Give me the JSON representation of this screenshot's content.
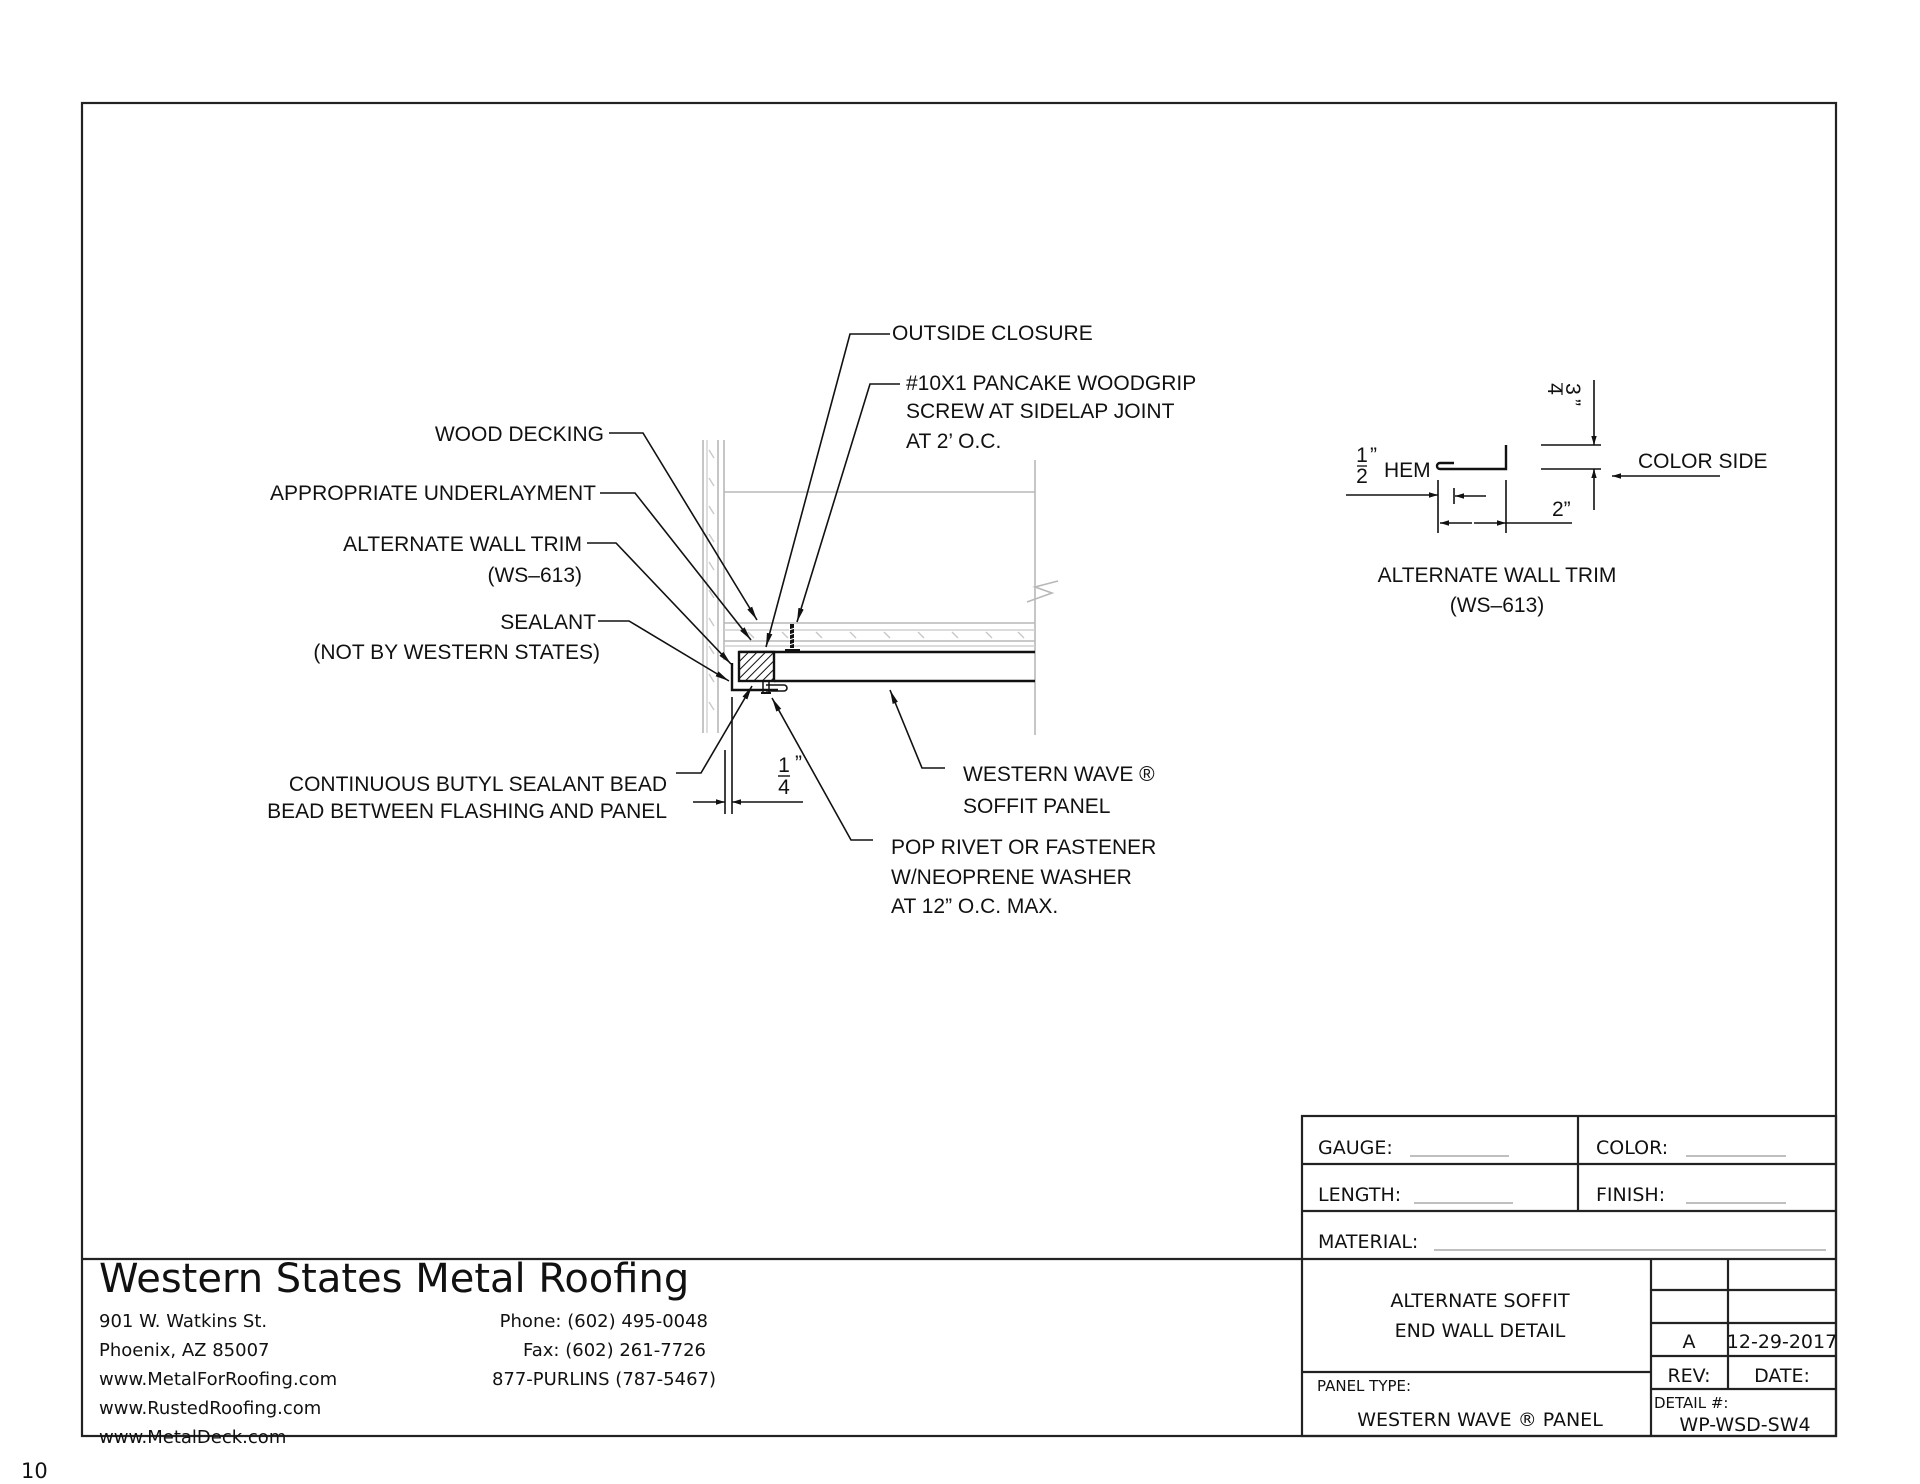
{
  "page_number": "10",
  "detail_main": {
    "labels": {
      "outside_closure": "OUTSIDE CLOSURE",
      "screw": [
        "#10X1 PANCAKE WOODGRIP",
        "SCREW AT SIDELAP JOINT",
        "AT 2’ O.C."
      ],
      "wood_decking": "WOOD DECKING",
      "underlayment": "APPROPRIATE UNDERLAYMENT",
      "wall_trim": [
        "ALTERNATE WALL TRIM",
        "(WS–613)"
      ],
      "sealant": [
        "SEALANT",
        "(NOT BY WESTERN STATES)"
      ],
      "butyl": [
        "CONTINUOUS BUTYL SEALANT BEAD",
        "BEAD BETWEEN FLASHING AND PANEL"
      ],
      "soffit_panel": [
        "WESTERN WAVE ®",
        "SOFFIT PANEL"
      ],
      "pop_rivet": [
        "POP RIVET OR FASTENER",
        "W/NEOPRENE WASHER",
        "AT 12” O.C. MAX."
      ]
    },
    "dimension": {
      "numerator": "1",
      "denominator": "4",
      "unit": "”"
    }
  },
  "detail_trim": {
    "title": [
      "ALTERNATE WALL TRIM",
      "(WS–613)"
    ],
    "hem": {
      "numerator": "1",
      "denominator": "2",
      "unit": "”",
      "label": "HEM"
    },
    "color_side": "COLOR SIDE",
    "width_dim": "2”",
    "height_dim": {
      "numerator": "3",
      "denominator": "4",
      "unit": "”"
    }
  },
  "title_block": {
    "fields": {
      "gauge": "GAUGE:",
      "color": "COLOR:",
      "length": "LENGTH:",
      "finish": "FINISH:",
      "material": "MATERIAL:"
    },
    "drawing_title": [
      "ALTERNATE SOFFIT",
      "END WALL DETAIL"
    ],
    "panel_type_label": "PANEL TYPE:",
    "panel_type_value": "WESTERN WAVE ® PANEL",
    "revision": {
      "rev": "A",
      "date": "12-29-2017",
      "rev_label": "REV:",
      "date_label": "DATE:"
    },
    "detail_label": "DETAIL #:",
    "detail_number": "WP-WSD-SW4"
  },
  "company": {
    "name": "Western States Metal Roofing",
    "address_lines": [
      "901 W. Watkins St.",
      "Phoenix, AZ 85007",
      "www.MetalForRoofing.com",
      "www.RustedRoofing.com",
      "www.MetalDeck.com"
    ],
    "contact_lines": [
      "Phone: (602) 495-0048",
      "Fax: (602) 261-7726",
      "877-PURLINS (787-5467)"
    ]
  }
}
